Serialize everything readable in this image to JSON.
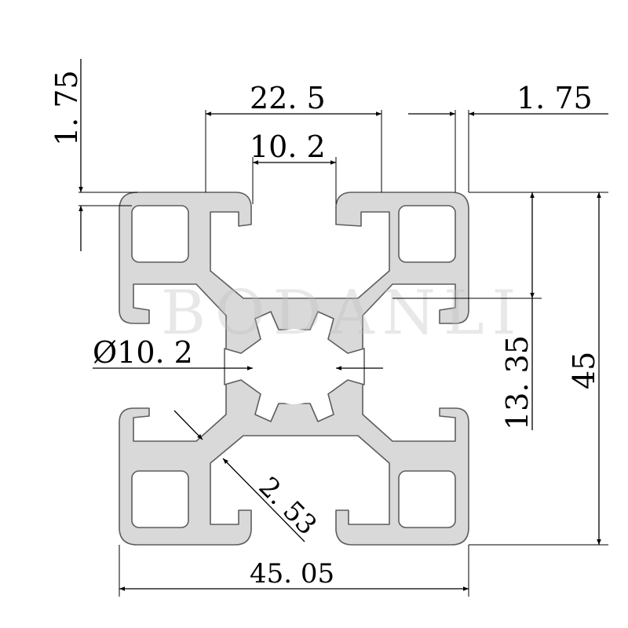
{
  "figure": {
    "watermark": "BODANLI",
    "dimensions": {
      "top_slot_wall": "1. 75",
      "top_width": "22. 5",
      "slot_opening": "10. 2",
      "right_wall": "1. 75",
      "center_bore": "Ø10. 2",
      "half_height": "13. 35",
      "total_height": "45",
      "web_thickness": "2. 53",
      "total_width": "45. 05"
    }
  }
}
